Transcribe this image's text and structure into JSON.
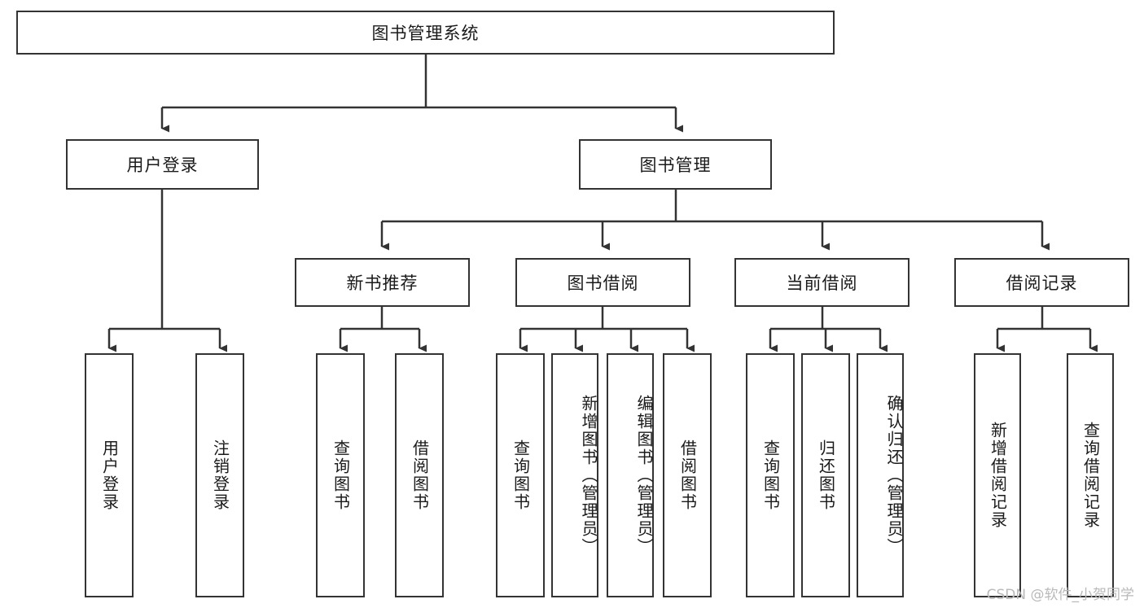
{
  "diagram": {
    "title": "图书管理系统",
    "type": "tree-hierarchy",
    "root": {
      "label": "图书管理系统",
      "children": [
        {
          "label": "用户登录",
          "children": [
            {
              "label": "用户登录"
            },
            {
              "label": "注销登录"
            }
          ]
        },
        {
          "label": "图书管理",
          "children": [
            {
              "label": "新书推荐",
              "children": [
                {
                  "label": "查询图书"
                },
                {
                  "label": "借阅图书"
                }
              ]
            },
            {
              "label": "图书借阅",
              "children": [
                {
                  "label": "查询图书"
                },
                {
                  "label": "新增图书（管理员）"
                },
                {
                  "label": "编辑图书（管理员）"
                },
                {
                  "label": "借阅图书"
                }
              ]
            },
            {
              "label": "当前借阅",
              "children": [
                {
                  "label": "查询图书"
                },
                {
                  "label": "归还图书"
                },
                {
                  "label": "确认归还（管理员）"
                }
              ]
            },
            {
              "label": "借阅记录",
              "children": [
                {
                  "label": "新增借阅记录"
                },
                {
                  "label": "查询借阅记录"
                }
              ]
            }
          ]
        }
      ]
    },
    "nodes": {
      "root": "图书管理系统",
      "l1_user_login": "用户登录",
      "l1_book_mgmt": "图书管理",
      "l2_new_book_rec": "新书推荐",
      "l2_book_borrow": "图书借阅",
      "l2_current_borrow": "当前借阅",
      "l2_borrow_record": "借阅记录",
      "leaf_user_login": "用户登录",
      "leaf_logout": "注销登录",
      "leaf_nbr_query": "查询图书",
      "leaf_nbr_borrow": "借阅图书",
      "leaf_bb_query": "查询图书",
      "leaf_bb_add": "新增图书（管理员）",
      "leaf_bb_edit": "编辑图书（管理员）",
      "leaf_bb_borrow": "借阅图书",
      "leaf_cb_query": "查询图书",
      "leaf_cb_return": "归还图书",
      "leaf_cb_confirm": "确认归还（管理员）",
      "leaf_br_add": "新增借阅记录",
      "leaf_br_query": "查询借阅记录"
    },
    "watermark": "CSDN @软件_小贺同学",
    "colors": {
      "border": "#333333",
      "text": "#1a1a1a",
      "background": "#ffffff",
      "watermark": "#b9b9b9"
    }
  }
}
